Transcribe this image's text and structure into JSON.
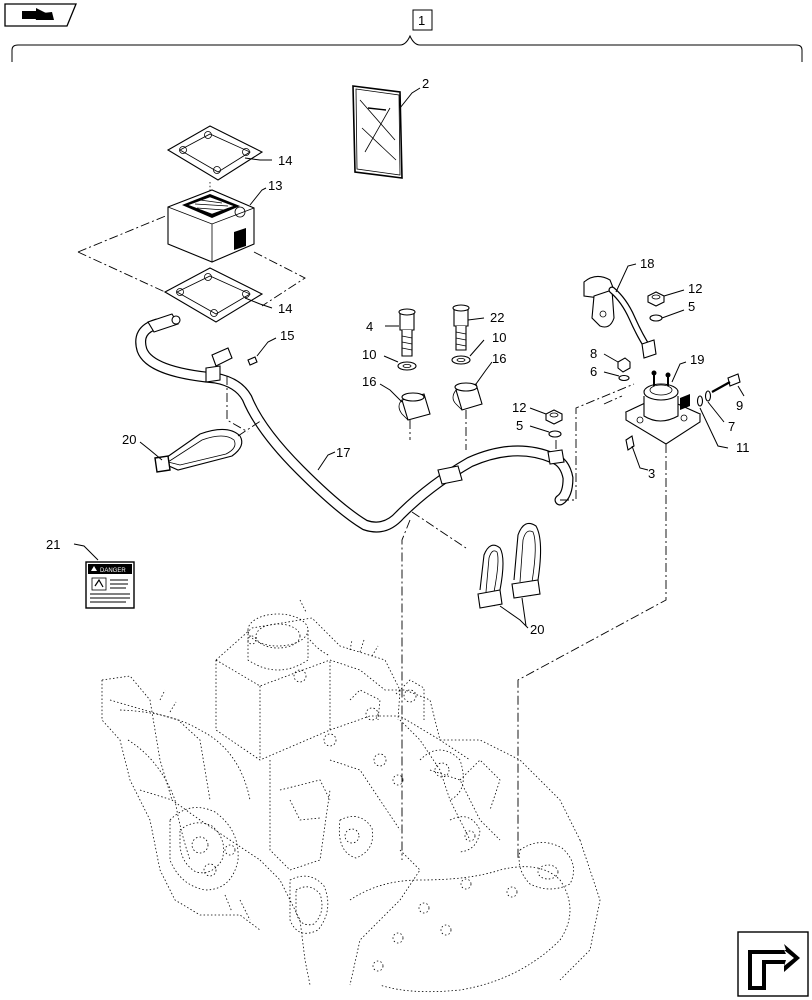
{
  "diagram": {
    "assembly_ref": "1",
    "callouts": {
      "c2": "2",
      "c14a": "14",
      "c13": "13",
      "c14b": "14",
      "c15": "15",
      "c4": "4",
      "c22": "22",
      "c10a": "10",
      "c10b": "10",
      "c16a": "16",
      "c16b": "16",
      "c18": "18",
      "c12a": "12",
      "c5a": "5",
      "c8": "8",
      "c6": "6",
      "c19": "19",
      "c12b": "12",
      "c5b": "5",
      "c9": "9",
      "c7": "7",
      "c11": "11",
      "c3": "3",
      "c17": "17",
      "c20a": "20",
      "c20b": "20",
      "c21": "21"
    },
    "decal_title": "DANGER"
  }
}
